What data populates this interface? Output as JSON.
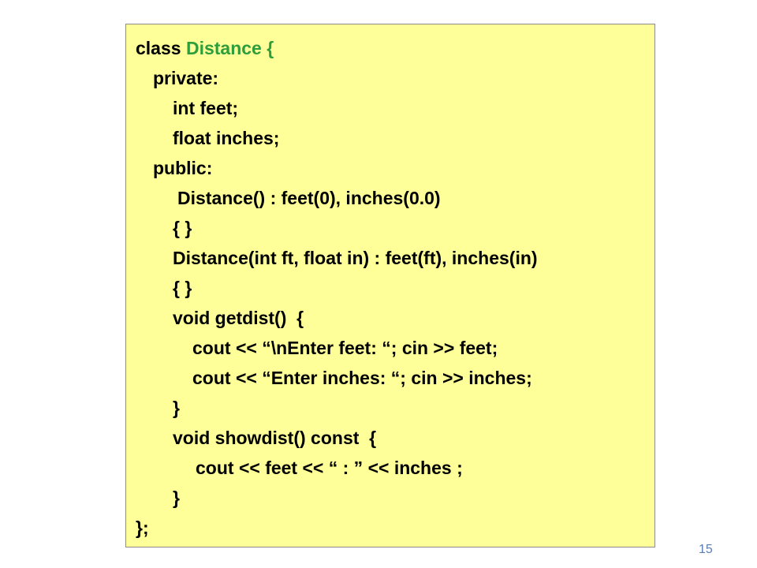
{
  "slide": {
    "page_number": "15",
    "colors": {
      "box_background": "#ffff99",
      "highlight": "#2e9e3b",
      "page_number": "#5a7fb5"
    },
    "code": {
      "line1_prefix": "class ",
      "line1_class_name": "Distance",
      "line1_suffix": " {",
      "lines": [
        "private:",
        "int feet;",
        "float inches;",
        "public:",
        "Distance() : feet(0), inches(0.0)",
        "{ }",
        "Distance(int ft, float in) : feet(ft), inches(in)",
        "{ }",
        "void getdist()  {",
        "cout << “\\nEnter feet: “; cin >> feet;",
        "cout << “Enter inches: “; cin >> inches;",
        "}",
        "void showdist() const  {",
        "cout << feet << “ : ” << inches ;",
        "}",
        "};"
      ]
    }
  }
}
